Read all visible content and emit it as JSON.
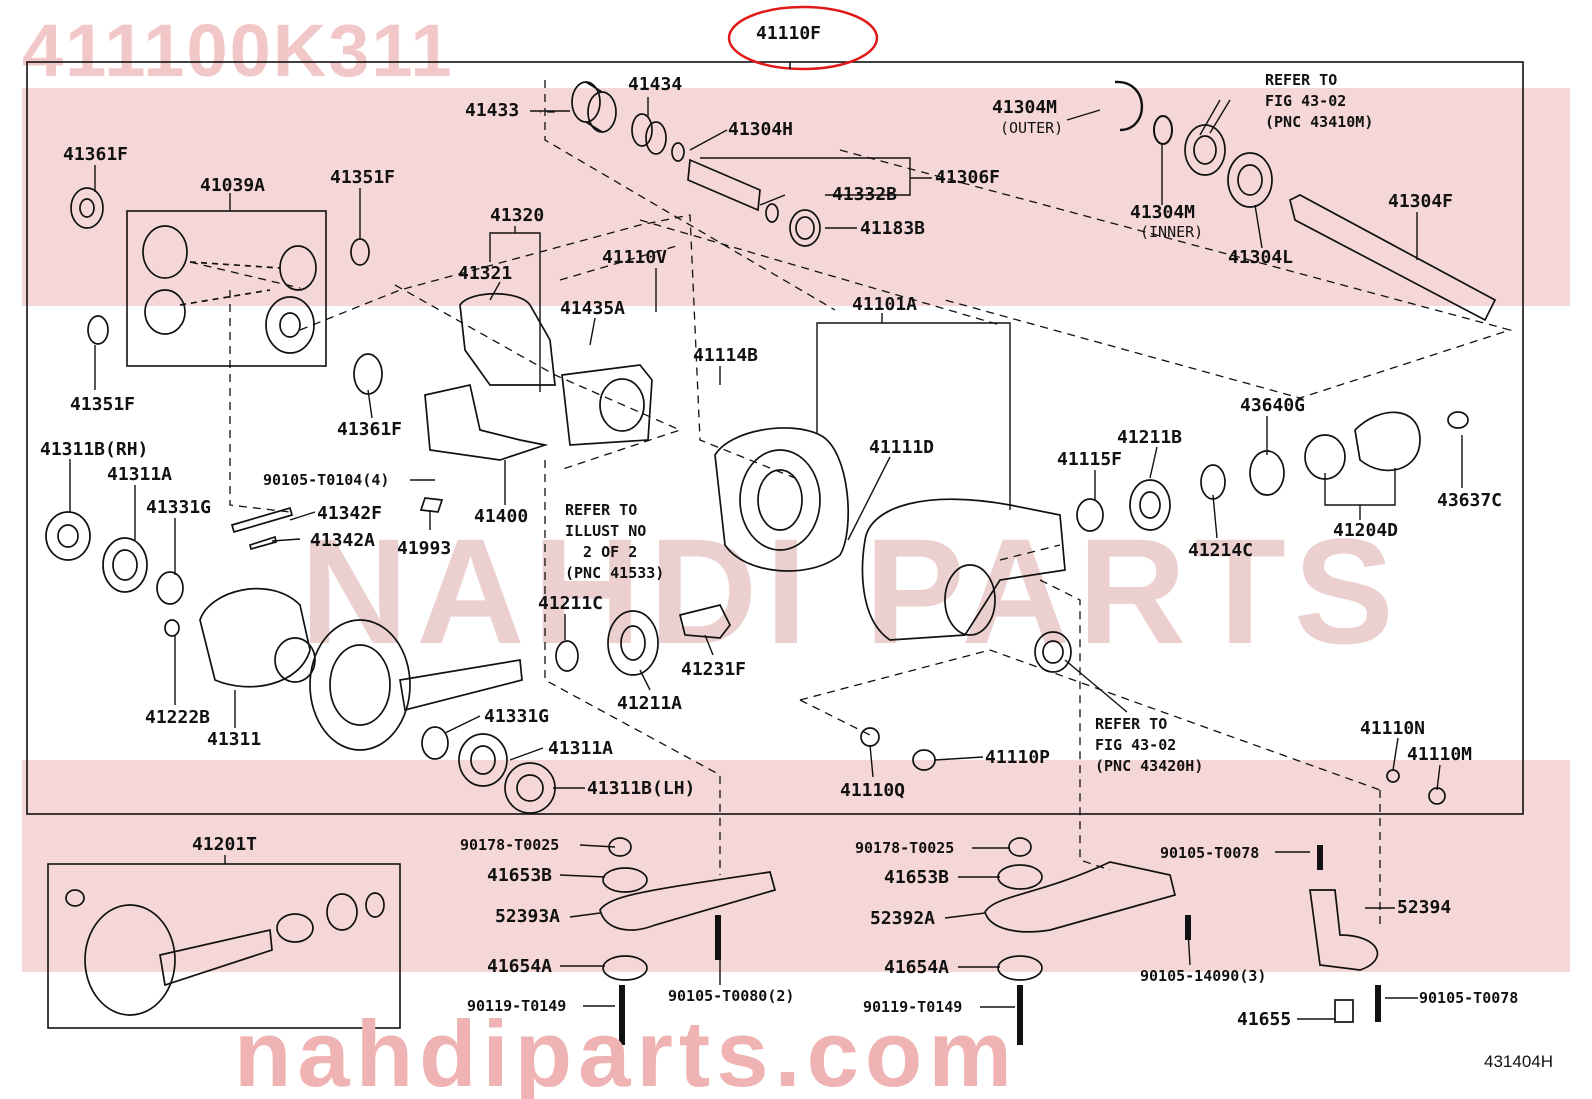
{
  "watermark": {
    "part_number": "411100K311",
    "site": "nahdiparts.com",
    "brand": "NAHDI PARTS"
  },
  "highlighted_part": "41110F",
  "figure_code": "431404H",
  "labels": [
    {
      "id": "41110F",
      "text": "41110F"
    },
    {
      "id": "41434",
      "text": "41434"
    },
    {
      "id": "41433",
      "text": "41433"
    },
    {
      "id": "41304H",
      "text": "41304H"
    },
    {
      "id": "41306F",
      "text": "41306F"
    },
    {
      "id": "41332B",
      "text": "41332B"
    },
    {
      "id": "41183B",
      "text": "41183B"
    },
    {
      "id": "41304M-outer",
      "text": "41304M"
    },
    {
      "id": "41304M-inner",
      "text": "41304M"
    },
    {
      "id": "41304F",
      "text": "41304F"
    },
    {
      "id": "41304L",
      "text": "41304L"
    },
    {
      "id": "41361F-top",
      "text": "41361F"
    },
    {
      "id": "41039A",
      "text": "41039A"
    },
    {
      "id": "41351F-top",
      "text": "41351F"
    },
    {
      "id": "41320",
      "text": "41320"
    },
    {
      "id": "41321",
      "text": "41321"
    },
    {
      "id": "41110V",
      "text": "41110V"
    },
    {
      "id": "41435A",
      "text": "41435A"
    },
    {
      "id": "41101A",
      "text": "41101A"
    },
    {
      "id": "41114B",
      "text": "41114B"
    },
    {
      "id": "41351F-left",
      "text": "41351F"
    },
    {
      "id": "41361F-mid",
      "text": "41361F"
    },
    {
      "id": "41111D",
      "text": "41111D"
    },
    {
      "id": "41211B",
      "text": "41211B"
    },
    {
      "id": "43640G",
      "text": "43640G"
    },
    {
      "id": "41311B-rh",
      "text": "41311B(RH)"
    },
    {
      "id": "41311A-top",
      "text": "41311A"
    },
    {
      "id": "41331G-top",
      "text": "41331G"
    },
    {
      "id": "90105-T0104",
      "text": "90105-T0104(4)"
    },
    {
      "id": "41342F",
      "text": "41342F"
    },
    {
      "id": "41342A",
      "text": "41342A"
    },
    {
      "id": "41993",
      "text": "41993"
    },
    {
      "id": "41400",
      "text": "41400"
    },
    {
      "id": "41115F",
      "text": "41115F"
    },
    {
      "id": "41214C",
      "text": "41214C"
    },
    {
      "id": "41204D",
      "text": "41204D"
    },
    {
      "id": "43637C",
      "text": "43637C"
    },
    {
      "id": "41211C",
      "text": "41211C"
    },
    {
      "id": "41231F",
      "text": "41231F"
    },
    {
      "id": "41222B",
      "text": "41222B"
    },
    {
      "id": "41311",
      "text": "41311"
    },
    {
      "id": "41211A",
      "text": "41211A"
    },
    {
      "id": "41331G-bot",
      "text": "41331G"
    },
    {
      "id": "41311A-bot",
      "text": "41311A"
    },
    {
      "id": "41311B-lh",
      "text": "41311B(LH)"
    },
    {
      "id": "41110Q",
      "text": "41110Q"
    },
    {
      "id": "41110P",
      "text": "41110P"
    },
    {
      "id": "41110N",
      "text": "41110N"
    },
    {
      "id": "41110M",
      "text": "41110M"
    },
    {
      "id": "41201T",
      "text": "41201T"
    },
    {
      "id": "90178-T0025-a",
      "text": "90178-T0025"
    },
    {
      "id": "41653B-a",
      "text": "41653B"
    },
    {
      "id": "52393A",
      "text": "52393A"
    },
    {
      "id": "41654A-a",
      "text": "41654A"
    },
    {
      "id": "90119-T0149-a",
      "text": "90119-T0149"
    },
    {
      "id": "90105-T0080",
      "text": "90105-T0080(2)"
    },
    {
      "id": "90178-T0025-b",
      "text": "90178-T0025"
    },
    {
      "id": "41653B-b",
      "text": "41653B"
    },
    {
      "id": "52392A",
      "text": "52392A"
    },
    {
      "id": "41654A-b",
      "text": "41654A"
    },
    {
      "id": "90119-T0149-b",
      "text": "90119-T0149"
    },
    {
      "id": "90105-14090",
      "text": "90105-14090(3)"
    },
    {
      "id": "90105-T0078-a",
      "text": "90105-T0078"
    },
    {
      "id": "52394",
      "text": "52394"
    },
    {
      "id": "41655",
      "text": "41655"
    },
    {
      "id": "90105-T0078-b",
      "text": "90105-T0078"
    }
  ],
  "sublabels": {
    "outer": "(OUTER)",
    "inner": "(INNER)"
  },
  "notes": {
    "fig4302_top": [
      "REFER TO",
      "FIG 43-02",
      "(PNC 43410M)"
    ],
    "illust": [
      "REFER TO",
      "ILLUST NO",
      "  2 OF 2",
      "(PNC 41533)"
    ],
    "fig4302_bot": [
      "REFER TO",
      "FIG 43-02",
      "(PNC 43420H)"
    ]
  }
}
